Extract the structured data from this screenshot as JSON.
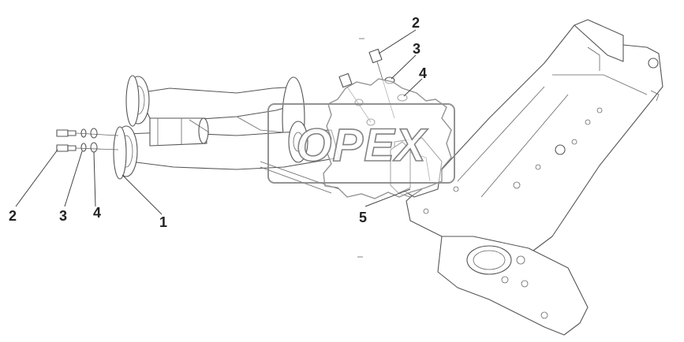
{
  "callouts": [
    {
      "id": "2-top",
      "label": "2"
    },
    {
      "id": "3-top",
      "label": "3"
    },
    {
      "id": "4-top",
      "label": "4"
    },
    {
      "id": "5",
      "label": "5"
    },
    {
      "id": "2-left",
      "label": "2"
    },
    {
      "id": "3-left",
      "label": "3"
    },
    {
      "id": "4-left",
      "label": "4"
    },
    {
      "id": "1",
      "label": "1"
    }
  ],
  "watermark": {
    "text": "OPEX"
  }
}
